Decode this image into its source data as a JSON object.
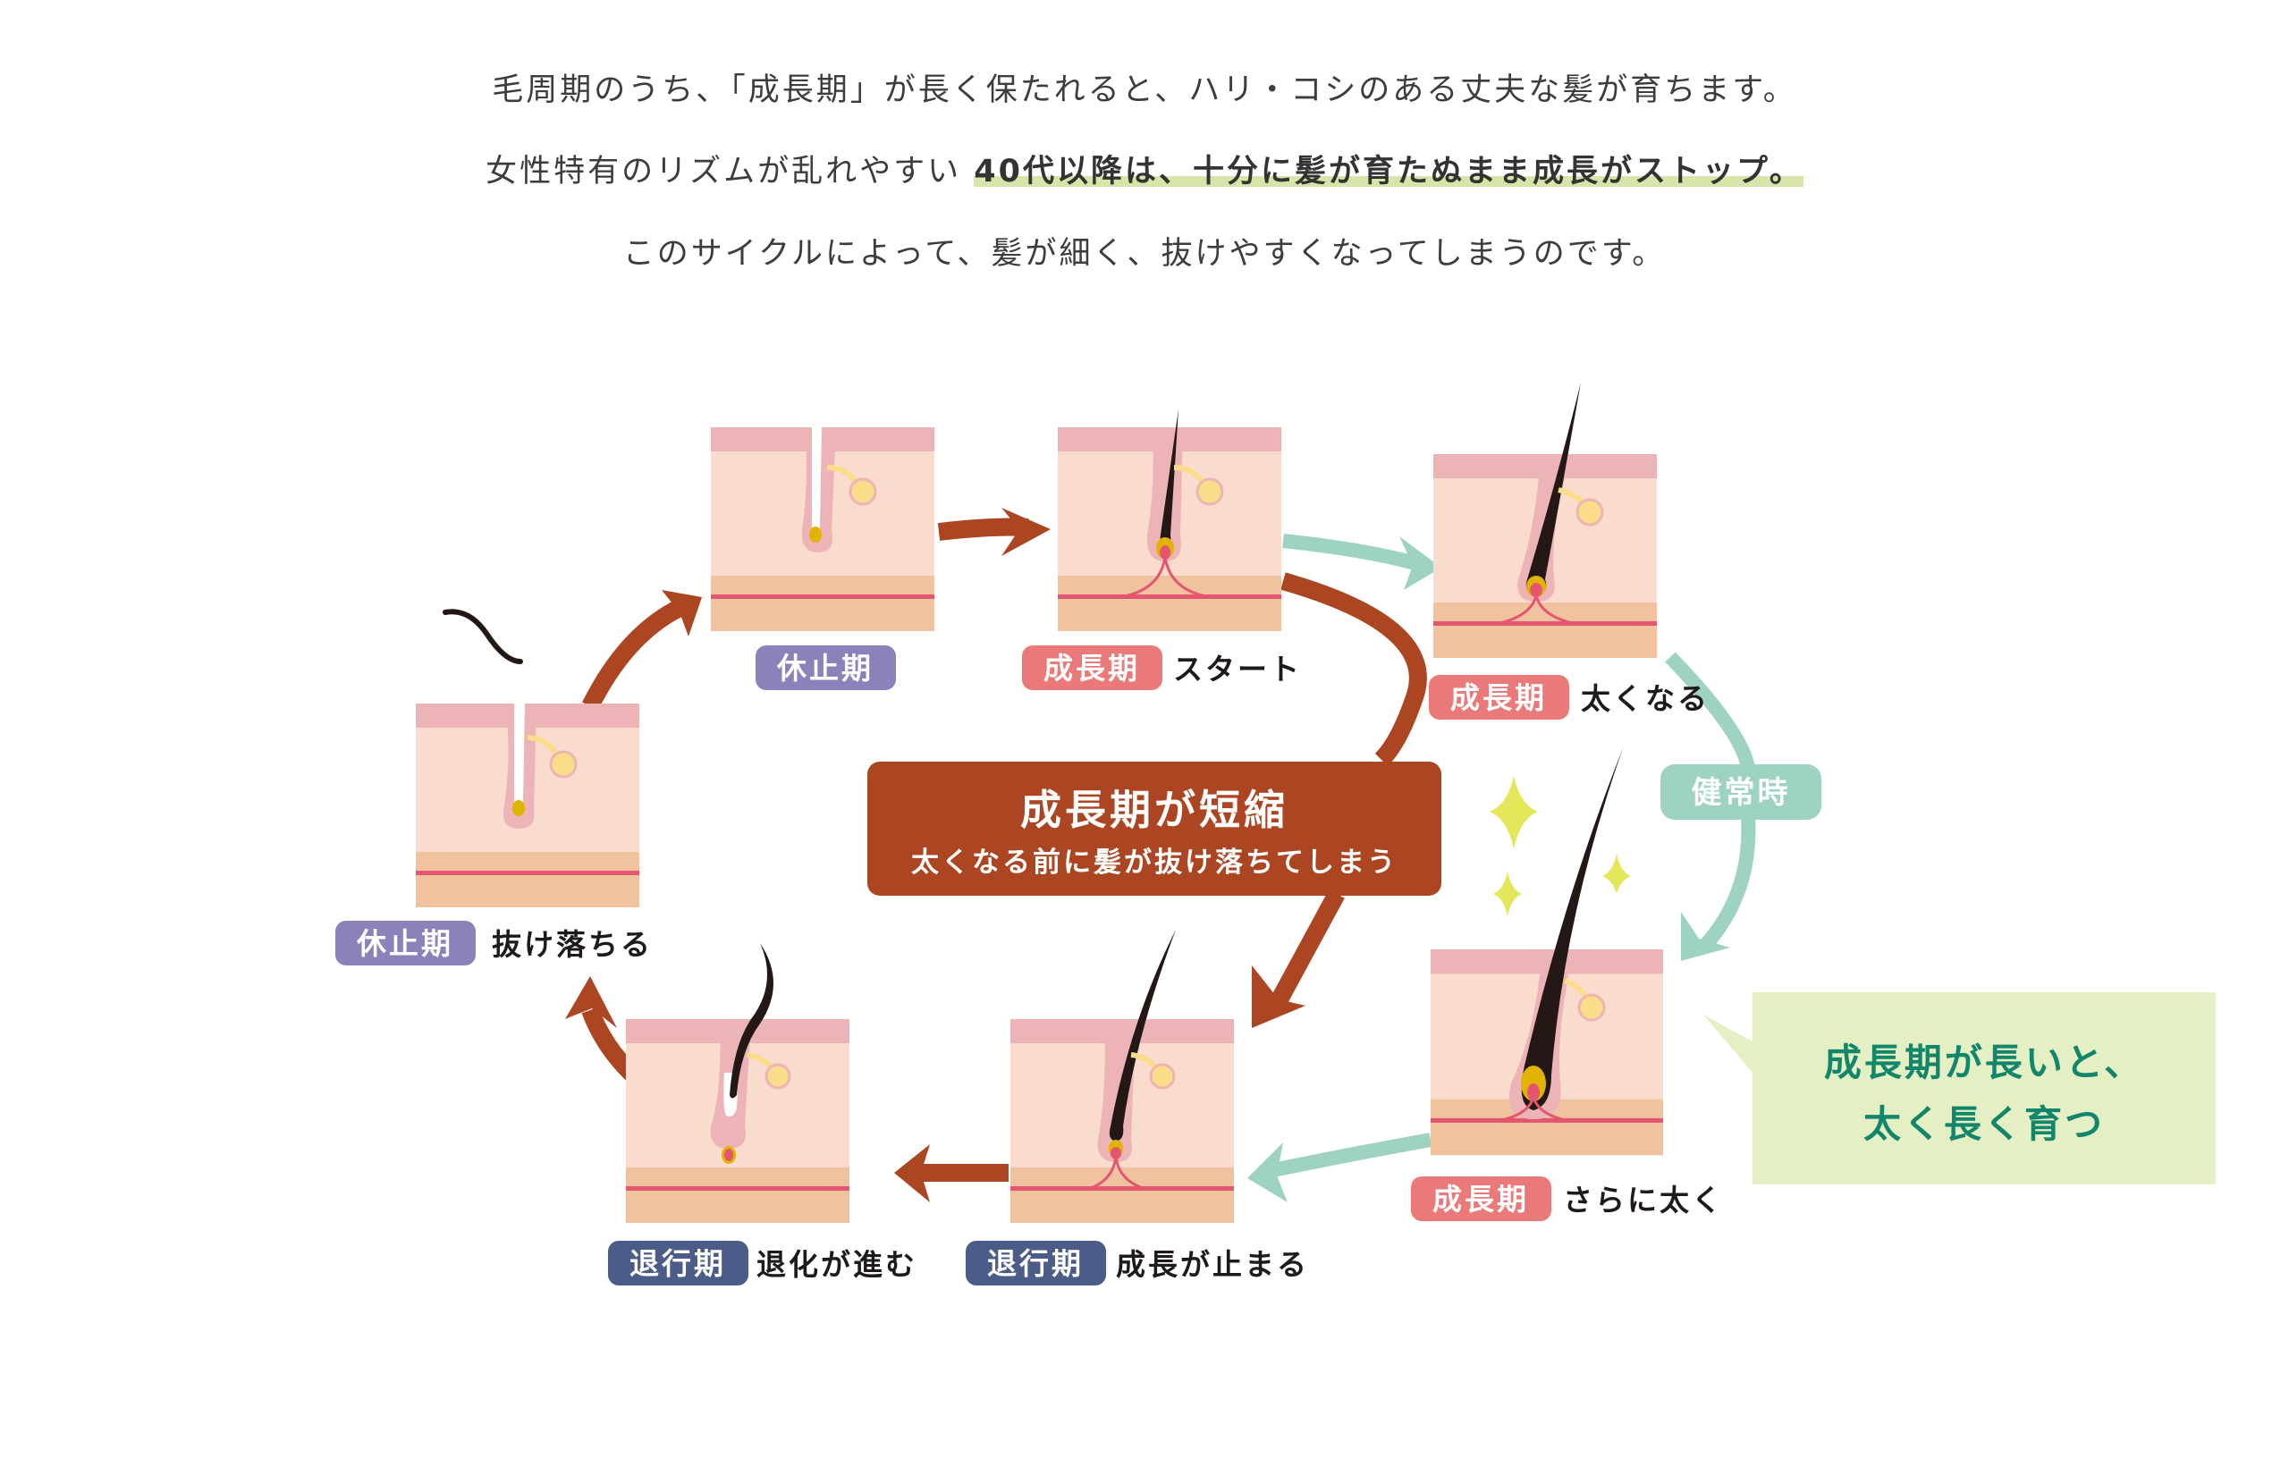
{
  "intro": {
    "line1": "毛周期のうち、「成長期」が長く保たれると、ハリ・コシのある丈夫な髪が育ちます。",
    "line2_plain": "女性特有のリズムが乱れやすい",
    "line2_highlight": "40代以降は、十分に髪が育たぬまま成長がストップ。",
    "line3": "このサイクルによって、髪が細く、抜けやすくなってしまうのです。"
  },
  "stages": [
    {
      "id": "rest-top",
      "tag": "休止期",
      "caption": "",
      "tag_color": "#8b82bb"
    },
    {
      "id": "growth-start",
      "tag": "成長期",
      "caption": "スタート",
      "tag_color": "#ea7a7a"
    },
    {
      "id": "growth-thicker",
      "tag": "成長期",
      "caption": "太くなる",
      "tag_color": "#ea7a7a"
    },
    {
      "id": "growth-further",
      "tag": "成長期",
      "caption": "さらに太く",
      "tag_color": "#ea7a7a"
    },
    {
      "id": "catagen-stop",
      "tag": "退行期",
      "caption": "成長が止まる",
      "tag_color": "#4b5c88"
    },
    {
      "id": "catagen-regress",
      "tag": "退行期",
      "caption": "退化が進む",
      "tag_color": "#4b5c88"
    },
    {
      "id": "rest-fall",
      "tag": "休止期",
      "caption": "抜け落ちる",
      "tag_color": "#8b82bb"
    }
  ],
  "banner": {
    "title": "成長期が短縮",
    "subtitle": "太くなる前に髪が抜け落ちてしまう",
    "color": "#ab4522"
  },
  "healthy_pill": {
    "label": "健常時",
    "color": "#9fd3c1"
  },
  "callout": {
    "line1": "成長期が長いと、",
    "line2": "太く長く育つ",
    "bg_color": "#e5efc4",
    "text_color": "#12866a"
  },
  "colors": {
    "cycle_arrow": "#ab4522",
    "healthy_arrow": "#9fd3c1",
    "highlight": "#d7e6a8",
    "skin_top": "#edb4b8",
    "skin_mid": "#f9dccd",
    "skin_low": "#f0c29e",
    "vessel": "#e4566f",
    "hair": "#231815",
    "bulb": "#e0b400",
    "gland": "#fbdc88",
    "sparkle": "#e4e75a"
  }
}
